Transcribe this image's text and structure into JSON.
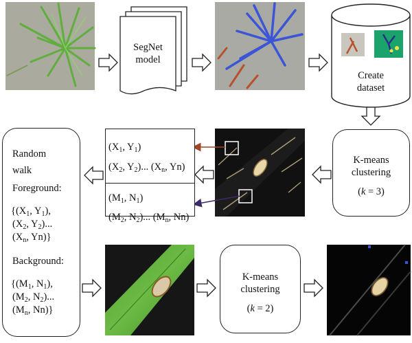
{
  "steps": {
    "segnet": {
      "line1": "SegNet",
      "line2": "model"
    },
    "dataset": {
      "line1": "Create",
      "line2": "dataset"
    },
    "kmeans3": {
      "line1": "K-means",
      "line2": "clustering",
      "k_var": "k",
      "k_val": " = 3)"
    },
    "kmeans2": {
      "line1": "K-means",
      "line2": "clustering",
      "k_var": "k",
      "k_val": " = 2)"
    }
  },
  "coords": {
    "fg1": {
      "a": "(X",
      "s1": "1",
      "b": ", Y",
      "s2": "1",
      "c": ")"
    },
    "fg2": {
      "a": "(X",
      "s1": "2",
      "b": ", Y",
      "s2": "2",
      "c": ")... (X",
      "s3": "n",
      "d": ", Yn)"
    },
    "bg1": {
      "a": "(M",
      "s1": "1",
      "b": ", N",
      "s2": "1",
      "c": ")"
    },
    "bg2": {
      "a": "(M",
      "s1": "2",
      "b": ", N",
      "s2": "2",
      "c": ")... (M",
      "s3": "n",
      "d": ", Nn)"
    }
  },
  "random_walk": {
    "title1": "Random",
    "title2": "walk",
    "fg_label": "Foreground:",
    "fg_l1": {
      "a": "{(X",
      "s1": "1",
      "b": ", Y",
      "s2": "1",
      "c": "),"
    },
    "fg_l2": {
      "a": "(X",
      "s1": "2",
      "b": ", Y",
      "s2": "2",
      "c": ")..."
    },
    "fg_l3": {
      "a": "(X",
      "s1": "n",
      "b": ", Yn)}"
    },
    "bg_label": "Background:",
    "bg_l1": {
      "a": "{(M",
      "s1": "1",
      "b": ", N",
      "s2": "1",
      "c": "),"
    },
    "bg_l2": {
      "a": "(M",
      "s1": "2",
      "b": ", N",
      "s2": "2",
      "c": ")..."
    },
    "bg_l3": {
      "a": "(M",
      "s1": "n",
      "b": ", Nn)}"
    }
  },
  "colors": {
    "seg_blue": "#3b55d6",
    "seg_brown": "#b5522c",
    "arrow_brown": "#a0442a",
    "arrow_purple": "#3c2a66",
    "leaf_green": "#5aa83a",
    "dataset_green": "#1aa36b"
  }
}
